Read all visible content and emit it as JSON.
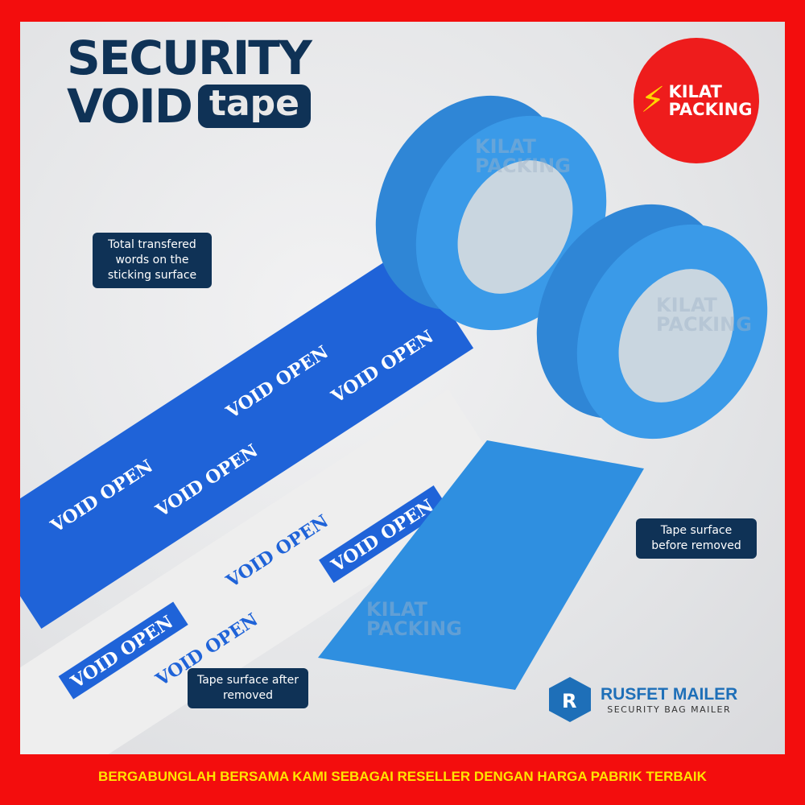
{
  "title": {
    "line1": "SECURITY",
    "line2": "VOID",
    "pill": "tape"
  },
  "badge": {
    "icon": "lightning-bolt-icon",
    "line1": "KILAT",
    "line2": "PACKING"
  },
  "tape_print": "VOID OPEN",
  "watermark": {
    "line1": "KILAT",
    "line2": "PACKING"
  },
  "callouts": {
    "transferred": "Total transfered words on the sticking surface",
    "before": "Tape surface before removed",
    "after": "Tape surface after removed"
  },
  "logo": {
    "name": "RUSFET MAILER",
    "tagline": "SECURITY BAG MAILER"
  },
  "footer": "BERGABUNGLAH BERSAMA KAMI SEBAGAI RESELLER DENGAN HARGA PABRIK TERBAIK",
  "colors": {
    "frame": "#f30d0d",
    "navy": "#0f3256",
    "tape_blue": "#2f8fe0",
    "footer_text": "#ffe400"
  }
}
